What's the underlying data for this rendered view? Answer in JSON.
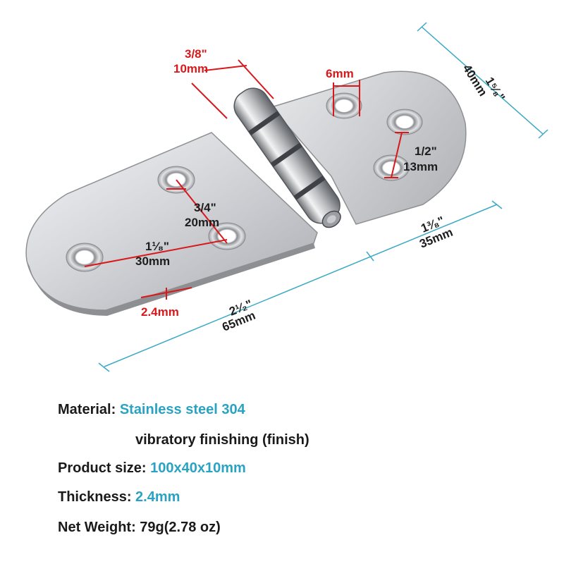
{
  "colors": {
    "accent": "#2aa3c3",
    "dimension_red": "#d8191c",
    "dimension_line": "#3aa9c4",
    "text": "#1a1a1a"
  },
  "dimensions": {
    "pin_diameter_in": "3/8\"",
    "pin_diameter_mm": "10mm",
    "hole_diameter": "6mm",
    "width_in": "1⁵⁄₈\"",
    "width_mm": "40mm",
    "hole_spacing_small_in": "1/2\"",
    "hole_spacing_small_mm": "13mm",
    "hole_spacing_mid_in": "3/4\"",
    "hole_spacing_mid_mm": "20mm",
    "hole_spacing_large_in": "1¹⁄₈\"",
    "hole_spacing_large_mm": "30mm",
    "leaf_length_in": "1³⁄₈\"",
    "leaf_length_mm": "35mm",
    "thickness": "2.4mm",
    "length_in": "2¹⁄₂\"",
    "length_mm": "65mm"
  },
  "specs": {
    "material_label": "Material:",
    "material_value": "Stainless steel 304",
    "finish_value": "vibratory finishing (finish)",
    "size_label": "Product size:",
    "size_value": "100x40x10mm",
    "thickness_label": "Thickness:",
    "thickness_value": "2.4mm",
    "weight_label": "Net Weight:",
    "weight_value": "79g(2.78 oz)"
  }
}
